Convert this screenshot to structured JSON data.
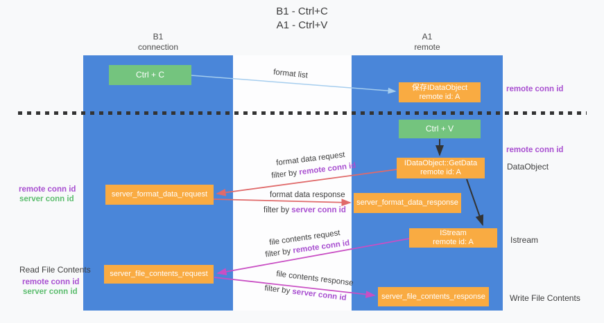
{
  "title": {
    "line1": "B1 - Ctrl+C",
    "line2": "A1 - Ctrl+V"
  },
  "lifelines": {
    "left": {
      "name": "B1",
      "role": "connection"
    },
    "right": {
      "name": "A1",
      "role": "remote"
    }
  },
  "nodes": {
    "ctrl_c": "Ctrl + C",
    "ctrl_v": "Ctrl + V",
    "save_idataobject_line1": "保存IDataObject",
    "save_idataobject_line2": "remote id: A",
    "getdata_line1": "IDataObject::GetData",
    "getdata_line2": "remote id: A",
    "istream_line1": "IStream",
    "istream_line2": "remote id: A",
    "server_format_data_request": "server_format_data_request",
    "server_format_data_response": "server_format_data_response",
    "server_file_contents_request": "server_file_contents_request",
    "server_file_contents_response": "server_file_contents_response"
  },
  "flow_labels": {
    "format_list": "format list",
    "format_data_request": "format data request",
    "format_data_response": "format data response",
    "file_contents_request": "file contents request",
    "file_contents_response": "file contents response",
    "filter_by": "filter by",
    "remote_conn_id": "remote conn id",
    "server_conn_id": "server conn id"
  },
  "side_labels": {
    "remote_conn_id": "remote conn id",
    "server_conn_id": "server conn id",
    "data_object": "DataObject",
    "istream": "Istream",
    "read_file_contents": "Read File Contents",
    "write_file_contents": "Write File Contents"
  },
  "colors": {
    "column_blue": "#4a86d9",
    "box_orange": "#f9ab42",
    "box_green": "#74c47e",
    "arrow_blue": "#a5cdee",
    "arrow_red": "#e06a6a",
    "arrow_magenta": "#c94fc4",
    "arrow_black": "#333333",
    "text_purple": "#a84fd0",
    "text_green": "#5cbd6e"
  }
}
